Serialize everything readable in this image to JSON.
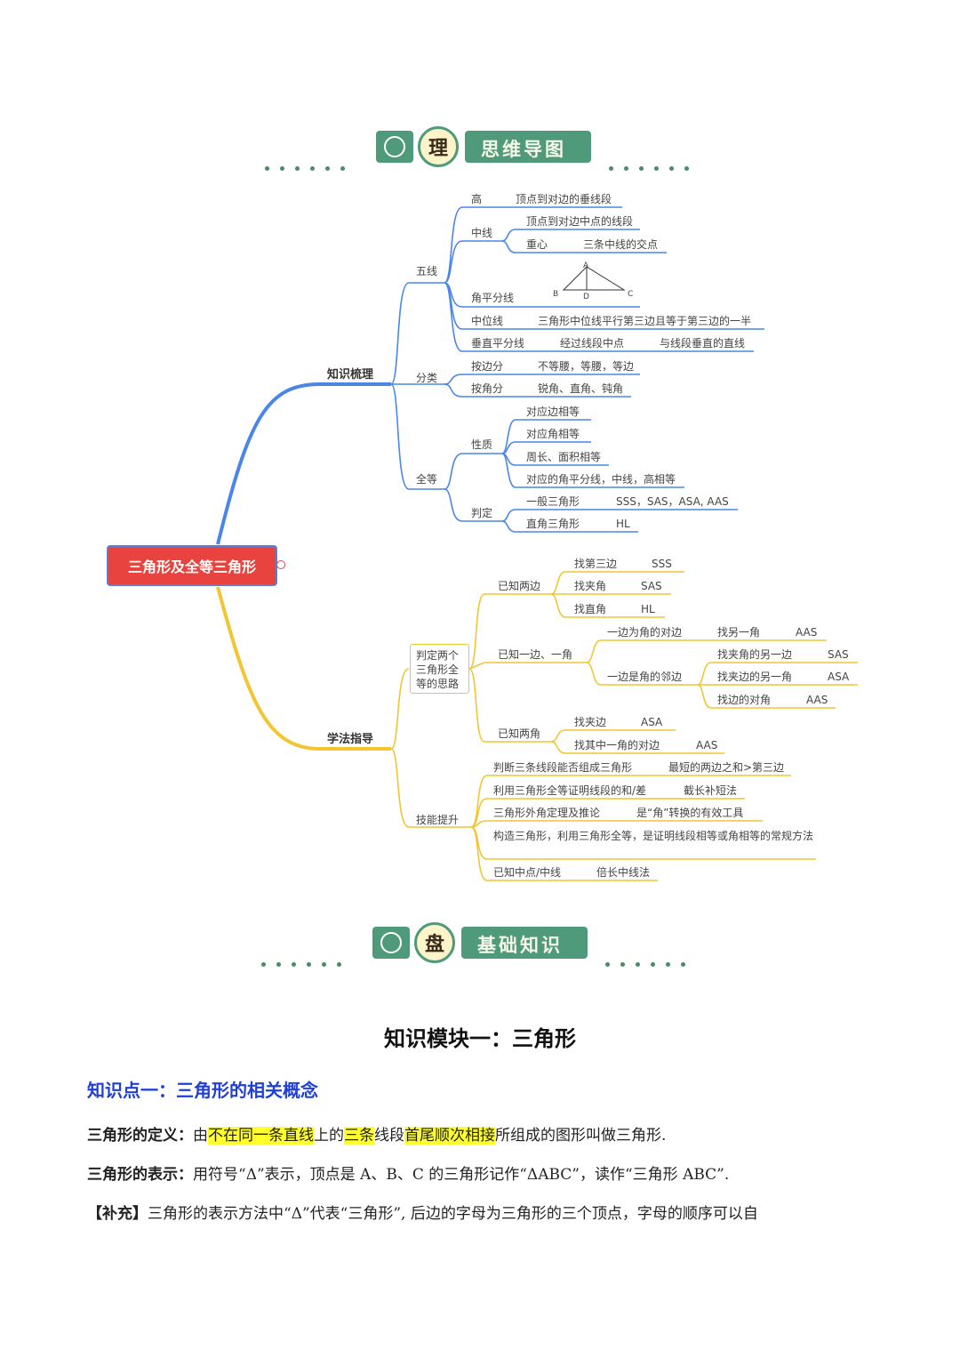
{
  "banner1": {
    "badge": "理",
    "title": "思维导图"
  },
  "banner2": {
    "badge": "盘",
    "title": "基础知识"
  },
  "mindmap": {
    "root": "三角形及全等三角形",
    "branch1": {
      "label": "知识梳理",
      "wuxian": {
        "label": "五线",
        "gao": {
          "label": "高",
          "desc": "顶点到对边的垂线段"
        },
        "zhongxian": {
          "label": "中线",
          "desc": "顶点到对边中点的线段",
          "zhongxin": "重心",
          "zhongxin_desc": "三条中线的交点"
        },
        "triangle_labels": {
          "a": "A",
          "b": "B",
          "c": "C",
          "d": "D"
        },
        "jiaopingfen": "角平分线",
        "zhongweixian": {
          "label": "中位线",
          "desc": "三角形中位线平行第三边且等于第三边的一半"
        },
        "chuizhi": {
          "label": "垂直平分线",
          "desc1": "经过线段中点",
          "desc2": "与线段垂直的直线"
        }
      },
      "fenlei": {
        "label": "分类",
        "bian": {
          "label": "按边分",
          "desc": "不等腰，等腰，等边"
        },
        "jiao": {
          "label": "按角分",
          "desc": "锐角、直角、钝角"
        }
      },
      "quandeng": {
        "label": "全等",
        "xingzhi": {
          "label": "性质",
          "items": [
            "对应边相等",
            "对应角相等",
            "周长、面积相等",
            "对应的角平分线，中线，高相等"
          ]
        },
        "panding": {
          "label": "判定",
          "general": "一般三角形",
          "general_desc": "SSS，SAS，ASA, AAS",
          "right": "直角三角形",
          "right_desc": "HL"
        }
      }
    },
    "branch2": {
      "label": "学法指导",
      "sikao": {
        "label": "判定两个三角形全等的思路",
        "liangbian": {
          "label": "已知两边",
          "items": [
            {
              "label": "找第三边",
              "val": "SSS"
            },
            {
              "label": "找夹角",
              "val": "SAS"
            },
            {
              "label": "找直角",
              "val": "HL"
            }
          ]
        },
        "yibianyijiao": {
          "label": "已知一边、一角",
          "duibian": {
            "label": "一边为角的对边",
            "item": "找另一角",
            "val": "AAS"
          },
          "linbian": {
            "label": "一边是角的邻边",
            "items": [
              {
                "label": "找夹角的另一边",
                "val": "SAS"
              },
              {
                "label": "找夹边的另一角",
                "val": "ASA"
              },
              {
                "label": "找边的对角",
                "val": "AAS"
              }
            ]
          }
        },
        "liangjiao": {
          "label": "已知两角",
          "items": [
            {
              "label": "找夹边",
              "val": "ASA"
            },
            {
              "label": "找其中一角的对边",
              "val": "AAS"
            }
          ]
        }
      },
      "jineng": {
        "label": "技能提升",
        "items": [
          {
            "label": "判断三条线段能否组成三角形",
            "val": "最短的两边之和>第三边"
          },
          {
            "label": "利用三角形全等证明线段的和/差",
            "val": "截长补短法"
          },
          {
            "label": "三角形外角定理及推论",
            "val": "是“角”转换的有效工具"
          },
          {
            "label": "构造三角形，利用三角形全等，是证明线段相等或角相等的常规方法",
            "val": ""
          },
          {
            "label": "已知中点/中线",
            "val": "倍长中线法"
          }
        ]
      }
    }
  },
  "module_title": "知识模块一：三角形",
  "point_title": "知识点一：三角形的相关概念",
  "def": {
    "label": "三角形的定义：",
    "t1": "由",
    "h1": "不在同一条直线",
    "t2": "上的",
    "h2": "三条",
    "t3": "线段",
    "h3": "首尾顺次相接",
    "t4": "所组成的图形叫做三角形."
  },
  "rep": {
    "label": "三角形的表示：",
    "text": "用符号“Δ”表示，顶点是 A、B、C 的三角形记作“ΔABC”，读作“三角形 ABC”."
  },
  "supp": {
    "label": "【补充】",
    "text": "三角形的表示方法中“Δ”代表“三角形”, 后边的字母为三角形的三个顶点，字母的顺序可以自"
  },
  "colors": {
    "blue_branch": "#4a86e8",
    "yellow_branch": "#f2c533",
    "root": "#e8433e",
    "banner": "#4e9a7a",
    "highlight": "#ffff2e",
    "point_title": "#1f3fd6"
  }
}
